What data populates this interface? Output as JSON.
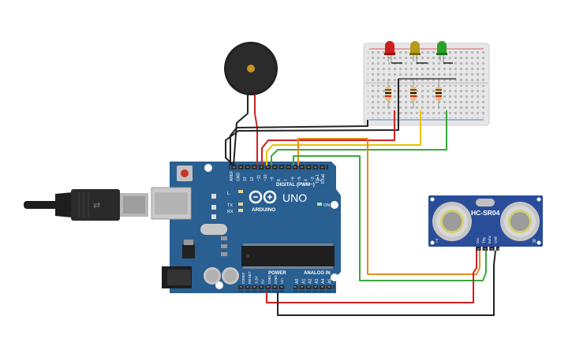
{
  "board": {
    "logo": "ARDUINO",
    "model": "UNO",
    "digital_label": "DIGITAL (PWM~)",
    "power_label": "POWER",
    "analog_label": "ANALOG IN",
    "on_label": "ON",
    "led_l": "L",
    "led_tx": "TX",
    "led_rx": "RX",
    "tx_pin": "TX▸1",
    "rx_pin": "RX◂0",
    "digital_pins": [
      "AREF",
      "GND",
      "13",
      "12",
      "~11",
      "~10",
      "~9",
      "8",
      "7",
      "~6",
      "~5",
      "4",
      "~3",
      "2"
    ],
    "power_pins": [
      "IOREF",
      "RESET",
      "3.3V",
      "5V",
      "GND",
      "GND",
      "Vin"
    ],
    "analog_pins": [
      "A0",
      "A1",
      "A2",
      "A3",
      "A4",
      "A5"
    ]
  },
  "sensor": {
    "model": "HC-SR04",
    "pins": [
      "Vcc",
      "Trig",
      "Echo",
      "Gnd"
    ],
    "left_mark": "T",
    "right_mark": "R"
  },
  "leds": [
    {
      "color": "#cc1f1f"
    },
    {
      "color": "#b59a17"
    },
    {
      "color": "#2aa12a"
    }
  ],
  "colors": {
    "board_blue": "#2a5f91",
    "wire_black": "#222222",
    "wire_red": "#d02020",
    "wire_yellow": "#e8c400",
    "wire_orange": "#e58a1c",
    "wire_green": "#3aa83a",
    "breadboard": "#e6e6e6",
    "sensor_blue": "#2a4d9a"
  }
}
